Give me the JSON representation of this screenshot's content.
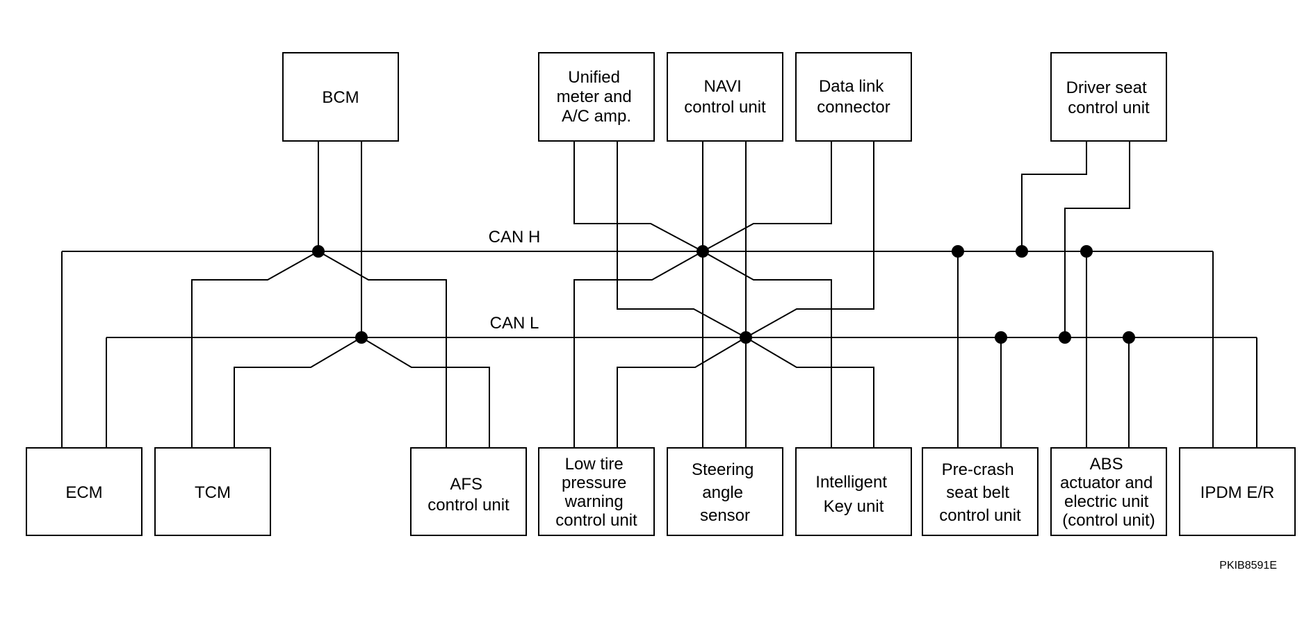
{
  "buses": {
    "can_h": "CAN H",
    "can_l": "CAN L"
  },
  "units": {
    "bcm": [
      "BCM"
    ],
    "unified_meter": [
      "Unified",
      "meter and",
      "A/C amp."
    ],
    "navi": [
      "NAVI",
      "control unit"
    ],
    "data_link": [
      "Data link",
      "connector"
    ],
    "driver_seat": [
      "Driver seat",
      "control unit"
    ],
    "ecm": [
      "ECM"
    ],
    "tcm": [
      "TCM"
    ],
    "afs": [
      "AFS",
      "control unit"
    ],
    "low_tire": [
      "Low tire",
      "pressure",
      "warning",
      "control unit"
    ],
    "steering": [
      "Steering",
      "angle",
      "sensor"
    ],
    "intelligent_key": [
      "Intelligent",
      "Key unit"
    ],
    "pre_crash": [
      "Pre-crash",
      "seat belt",
      "control unit"
    ],
    "abs": [
      "ABS",
      "actuator and",
      "electric unit",
      "(control unit)"
    ],
    "ipdm": [
      "IPDM E/R"
    ]
  },
  "figure_code": "PKIB8591E"
}
